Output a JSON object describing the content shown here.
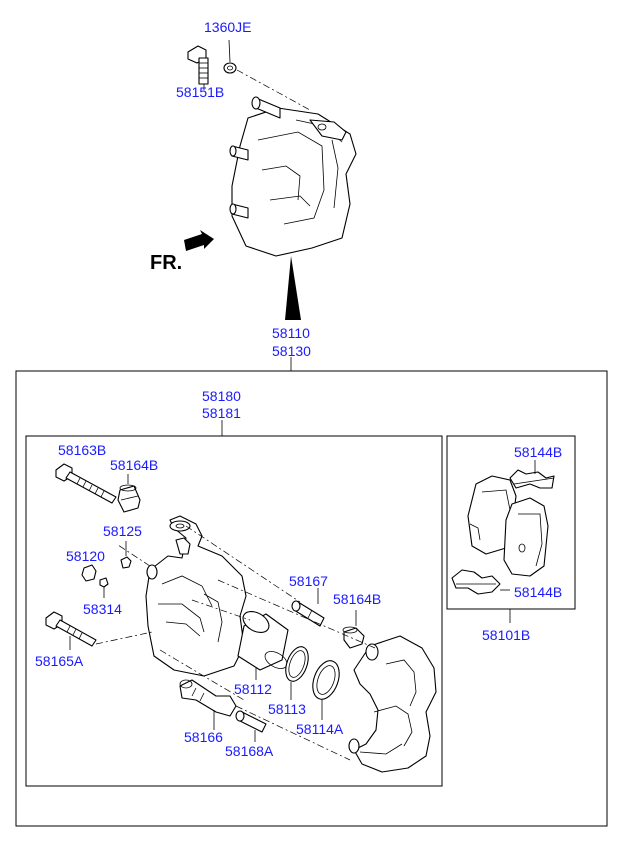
{
  "diagram": {
    "labels": {
      "p1360JE": "1360JE",
      "p58151B": "58151B",
      "fr": "FR.",
      "p58110": "58110",
      "p58130": "58130",
      "p58180": "58180",
      "p58181": "58181",
      "p58163B": "58163B",
      "p58164B_top": "58164B",
      "p58125": "58125",
      "p58120": "58120",
      "p58314": "58314",
      "p58165A": "58165A",
      "p58167": "58167",
      "p58164B_right": "58164B",
      "p58112": "58112",
      "p58113": "58113",
      "p58114A": "58114A",
      "p58166": "58166",
      "p58168A": "58168A",
      "p58144B_top": "58144B",
      "p58144B_bottom": "58144B",
      "p58101B": "58101B"
    },
    "label_color": "#1a1aff"
  }
}
